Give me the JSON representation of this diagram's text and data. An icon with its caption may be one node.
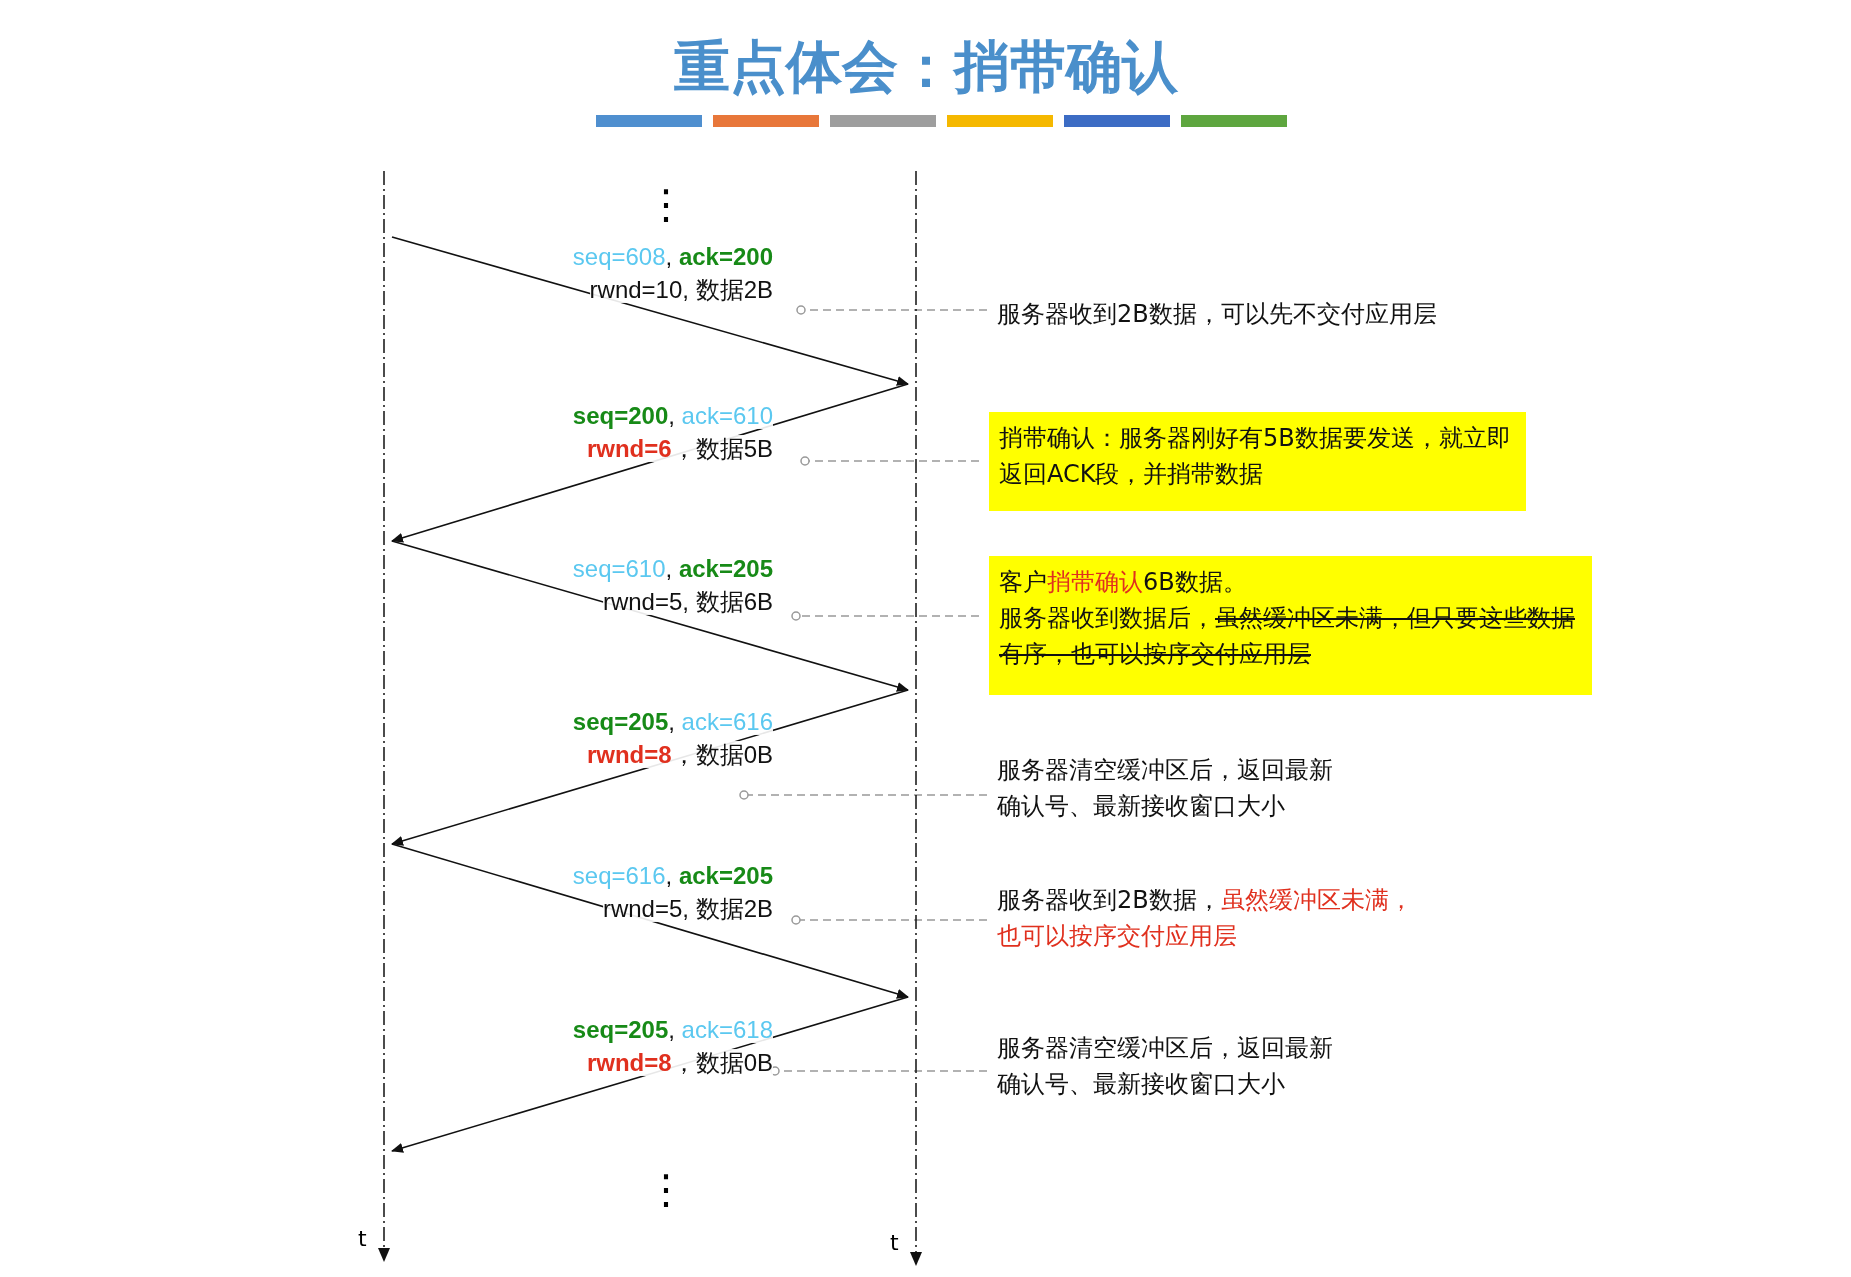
{
  "diagram": {
    "title": "重点体会：捎带确认",
    "nodes": [
      {
        "text": [],
        "shape": "line",
        "beside": [
          "t"
        ]
      },
      {
        "text": [],
        "shape": "line",
        "beside": [
          "t"
        ]
      },
      {
        "text": [
          "服务器收到2B数据，可以先不交付应用层"
        ]
      },
      {
        "text": [
          "捎带确认：服务器刚好有5B数据要发送，就立即返回ACK段，并捎带数据"
        ]
      },
      {
        "text": [
          "客户**捎带确认**6B数据。",
          "服务器收到数据后，",
          "虽然缓冲区未满，但只要这些数据有序，也可以按序交付应用层"
        ]
      },
      {
        "text": [
          "服务器清空缓冲区后，返回最新确认号、最新接收窗口大小"
        ]
      },
      {
        "text": [
          "服务器收到2B数据，**虽然缓冲区未满，也可以按序交付应用层**"
        ]
      },
      {
        "text": [
          "服务器清空缓冲区后，返回最新确认号、最新接收窗口大小"
        ]
      }
    ],
    "edges": [
      {
        "from": 0,
        "to": 1,
        "arrow": "to",
        "label": "seq=608, ack=200 rwnd=10, 数据2B"
      },
      {
        "from": 1,
        "to": 0,
        "arrow": "to",
        "label": "seq=200, ack=610 rwnd=6，数据5B"
      },
      {
        "from": 0,
        "to": 1,
        "arrow": "to",
        "label": "seq=610, ack=205 rwnd=5, 数据6B"
      },
      {
        "from": 1,
        "to": 0,
        "arrow": "to",
        "label": "seq=205, ack=616 rwnd=8，数据0B"
      },
      {
        "from": 0,
        "to": 1,
        "arrow": "to",
        "label": "seq=616, ack=205 rwnd=5, 数据2B"
      },
      {
        "from": 1,
        "to": 0,
        "arrow": "to",
        "label": "seq=205, ack=618 rwnd=8，数据0B"
      },
      {
        "from": 2,
        "to": null,
        "arrow": "other",
        "style": "dashed",
        "color": "#999999"
      },
      {
        "from": 3,
        "to": null,
        "arrow": "other",
        "style": "dashed",
        "color": "#999999"
      },
      {
        "from": 4,
        "to": null,
        "arrow": "other",
        "style": "dashed",
        "color": "#999999"
      },
      {
        "from": 5,
        "to": null,
        "arrow": "other",
        "style": "dashed",
        "color": "#999999"
      },
      {
        "from": 6,
        "to": null,
        "arrow": "other",
        "style": "dashed",
        "color": "#999999"
      },
      {
        "from": 7,
        "to": null,
        "arrow": "other",
        "style": "dashed",
        "color": "#999999"
      }
    ],
    "labels": [
      "⋮",
      "⋮"
    ]
  }
}
